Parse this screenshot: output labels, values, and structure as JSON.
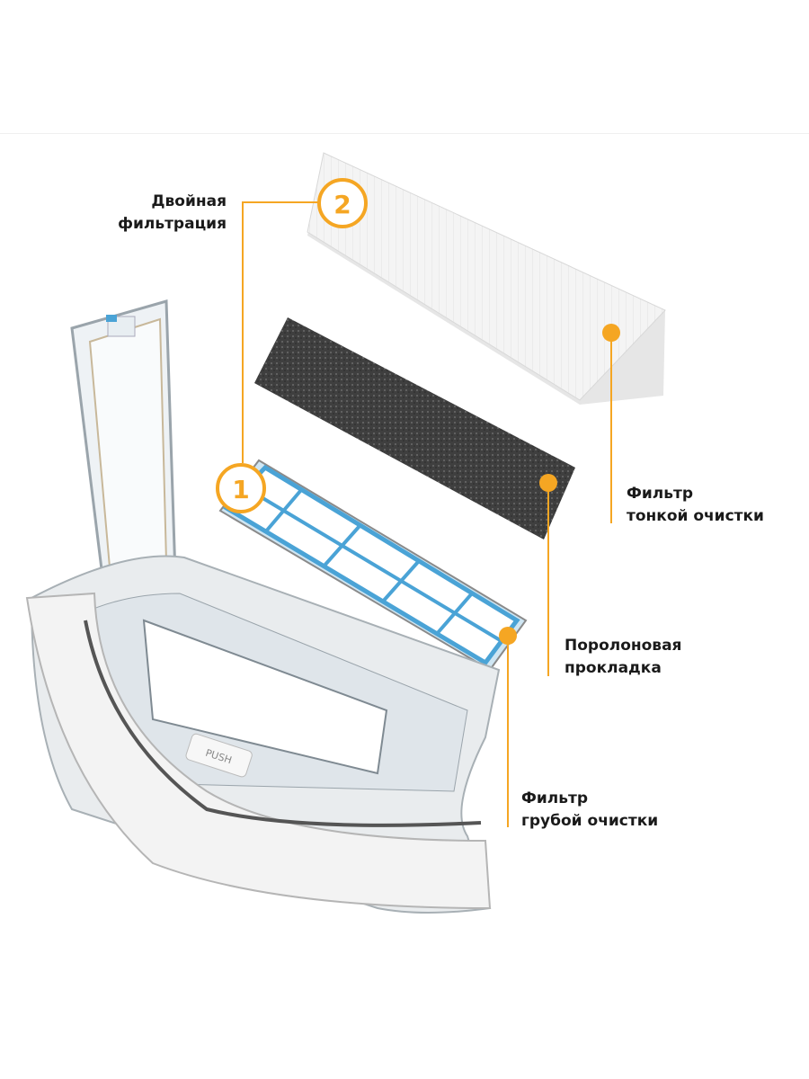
{
  "callouts": {
    "double_filtration": {
      "line1": "Двойная",
      "line2": "фильтрация"
    },
    "fine_filter": {
      "line1": "Фильтр",
      "line2": "тонкой очистки"
    },
    "foam_pad": {
      "line1": "Поролоновая",
      "line2": "прокладка"
    },
    "coarse_filter": {
      "line1": "Фильтр",
      "line2": "грубой очистки"
    }
  },
  "badges": {
    "one": "1",
    "two": "2"
  },
  "product": {
    "button_label": "PUSH"
  },
  "colors": {
    "accent": "#f5a623",
    "filter_frame": "#4aa3d6",
    "foam": "#4a4a4a"
  }
}
